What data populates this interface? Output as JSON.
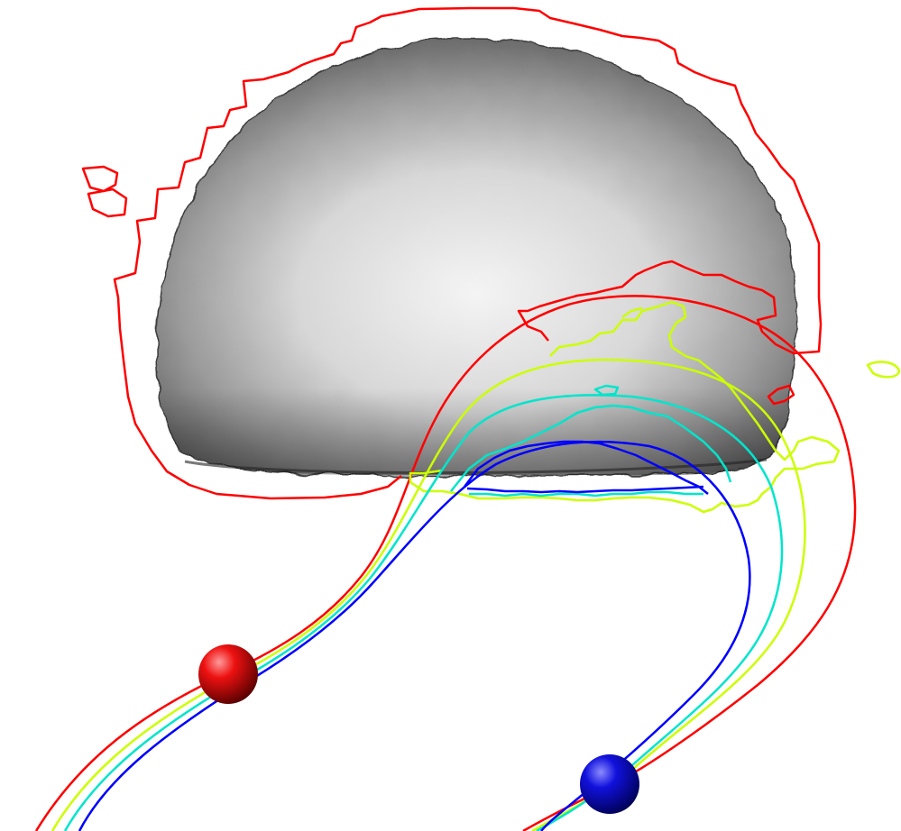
{
  "scene": {
    "background": "#ffffff",
    "colors": {
      "outer_contour": "#ff0000",
      "contour_2": "#ccff00",
      "contour_3": "#00e5cc",
      "contour_4": "#0000ff",
      "electrode_positive": "#dd0000",
      "electrode_negative": "#0000cc",
      "structure_light": "#f2f2f2",
      "structure_dark": "#5c5c5c"
    },
    "objects": [
      "gray-3d-structure",
      "red-contour-lines",
      "yellow-contour-lines",
      "cyan-contour-lines",
      "blue-contour-lines",
      "red-sphere-electrode",
      "blue-sphere-electrode"
    ]
  }
}
